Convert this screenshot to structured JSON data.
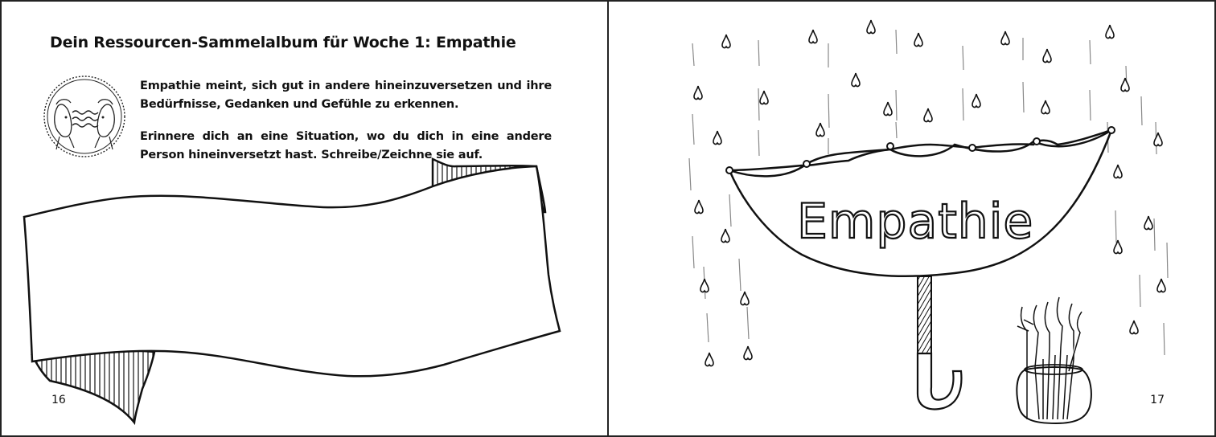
{
  "left_page": {
    "title": "Dein Ressourcen-Sammelalbum für Woche 1: Empathie",
    "paragraph_1": "Empathie meint, sich gut in andere hineinzuversetzen und ihre Bedürfnisse, Gedanken und Gefühle zu erkennen.",
    "paragraph_2": "Erinnere dich an eine Situation, wo du dich in eine andere Person hineinversetzt hast. Schreibe/Zeichne sie auf.",
    "page_number": "16",
    "emblem_icon": "two-faces-empathy-icon",
    "banner_icon": "ribbon-banner-icon"
  },
  "right_page": {
    "umbrella_word": "Empathie",
    "page_number": "17",
    "umbrella_icon": "umbrella-icon",
    "raindrop_icon": "raindrop-icon",
    "brush_jar_icon": "paintbrush-jar-icon"
  }
}
